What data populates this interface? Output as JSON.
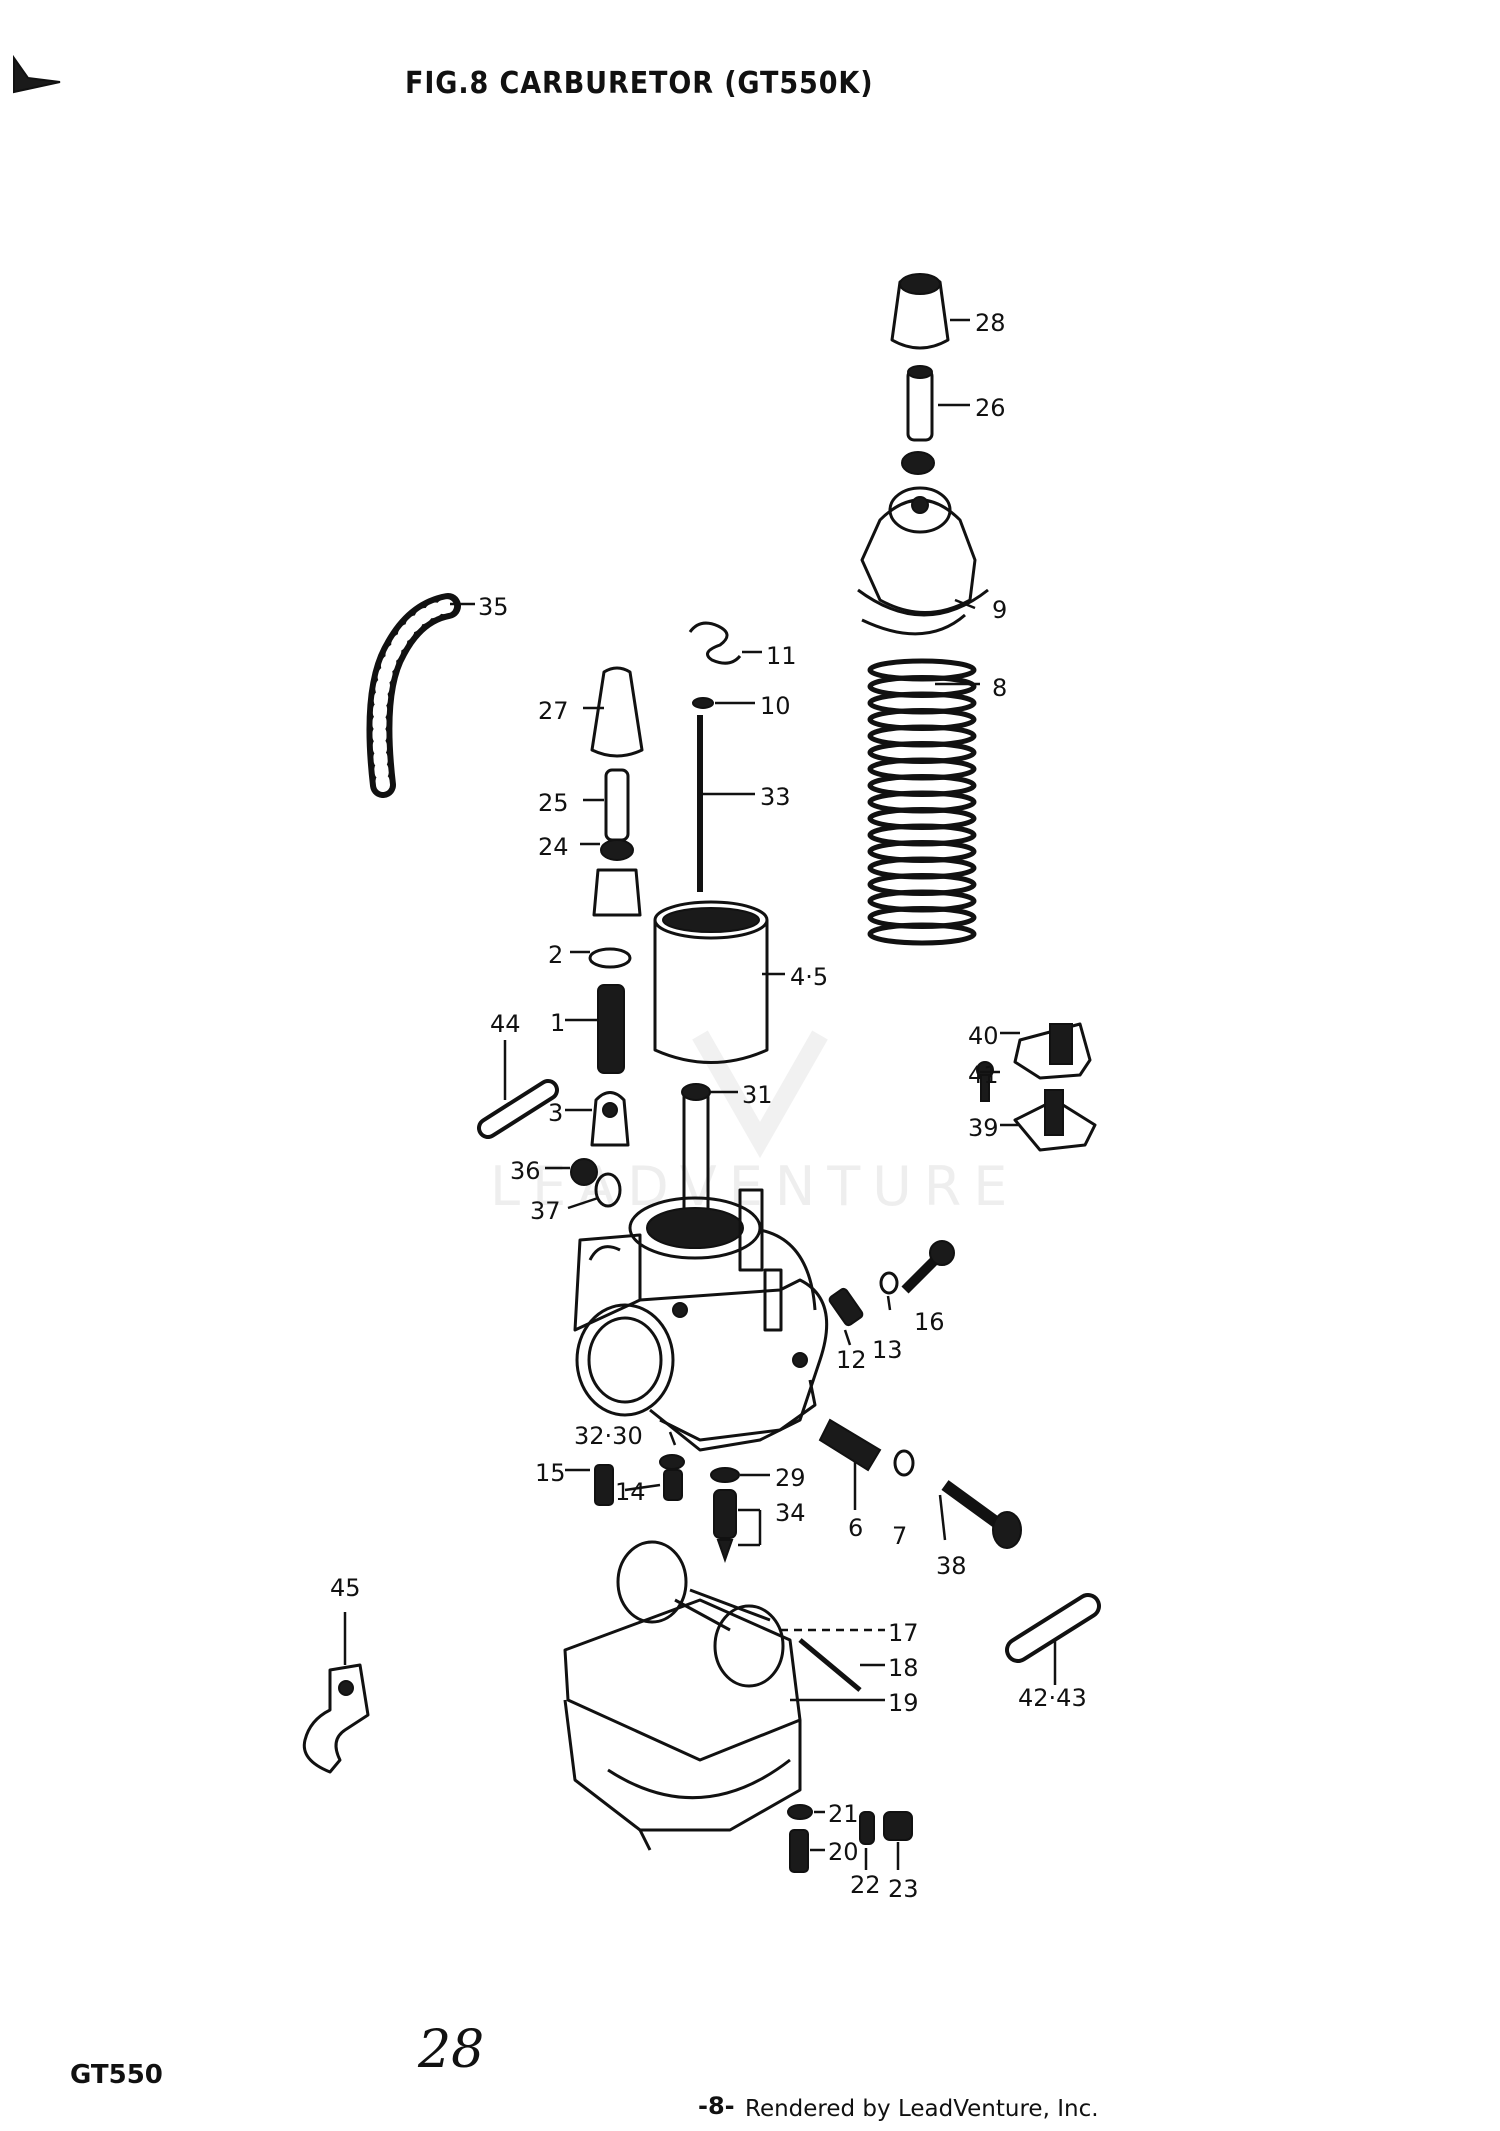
{
  "header": {
    "title": "FIG.8   CARBURETOR (GT550K)"
  },
  "footer": {
    "model": "GT550",
    "page_number": "-8-",
    "credit": "Rendered by LeadVenture, Inc.",
    "handwritten_page": "28"
  },
  "watermark": {
    "text": "LEADVENTURE",
    "color": "#e6e6e6"
  },
  "callouts": {
    "c1": "1",
    "c2": "2",
    "c3": "3",
    "c4_5": "4·5",
    "c6": "6",
    "c7": "7",
    "c8": "8",
    "c9": "9",
    "c10": "10",
    "c11": "11",
    "c12": "12",
    "c13": "13",
    "c14": "14",
    "c15": "15",
    "c16": "16",
    "c17": "17",
    "c18": "18",
    "c19": "19",
    "c20": "20",
    "c21": "21",
    "c22": "22",
    "c23": "23",
    "c24": "24",
    "c25": "25",
    "c26": "26",
    "c27": "27",
    "c28": "28",
    "c29": "29",
    "c32_30": "32·30",
    "c31": "31",
    "c33": "33",
    "c34": "34",
    "c35": "35",
    "c36": "36",
    "c37": "37",
    "c38": "38",
    "c39": "39",
    "c40": "40",
    "c41": "41",
    "c42_43": "42·43",
    "c44": "44",
    "c45": "45"
  }
}
